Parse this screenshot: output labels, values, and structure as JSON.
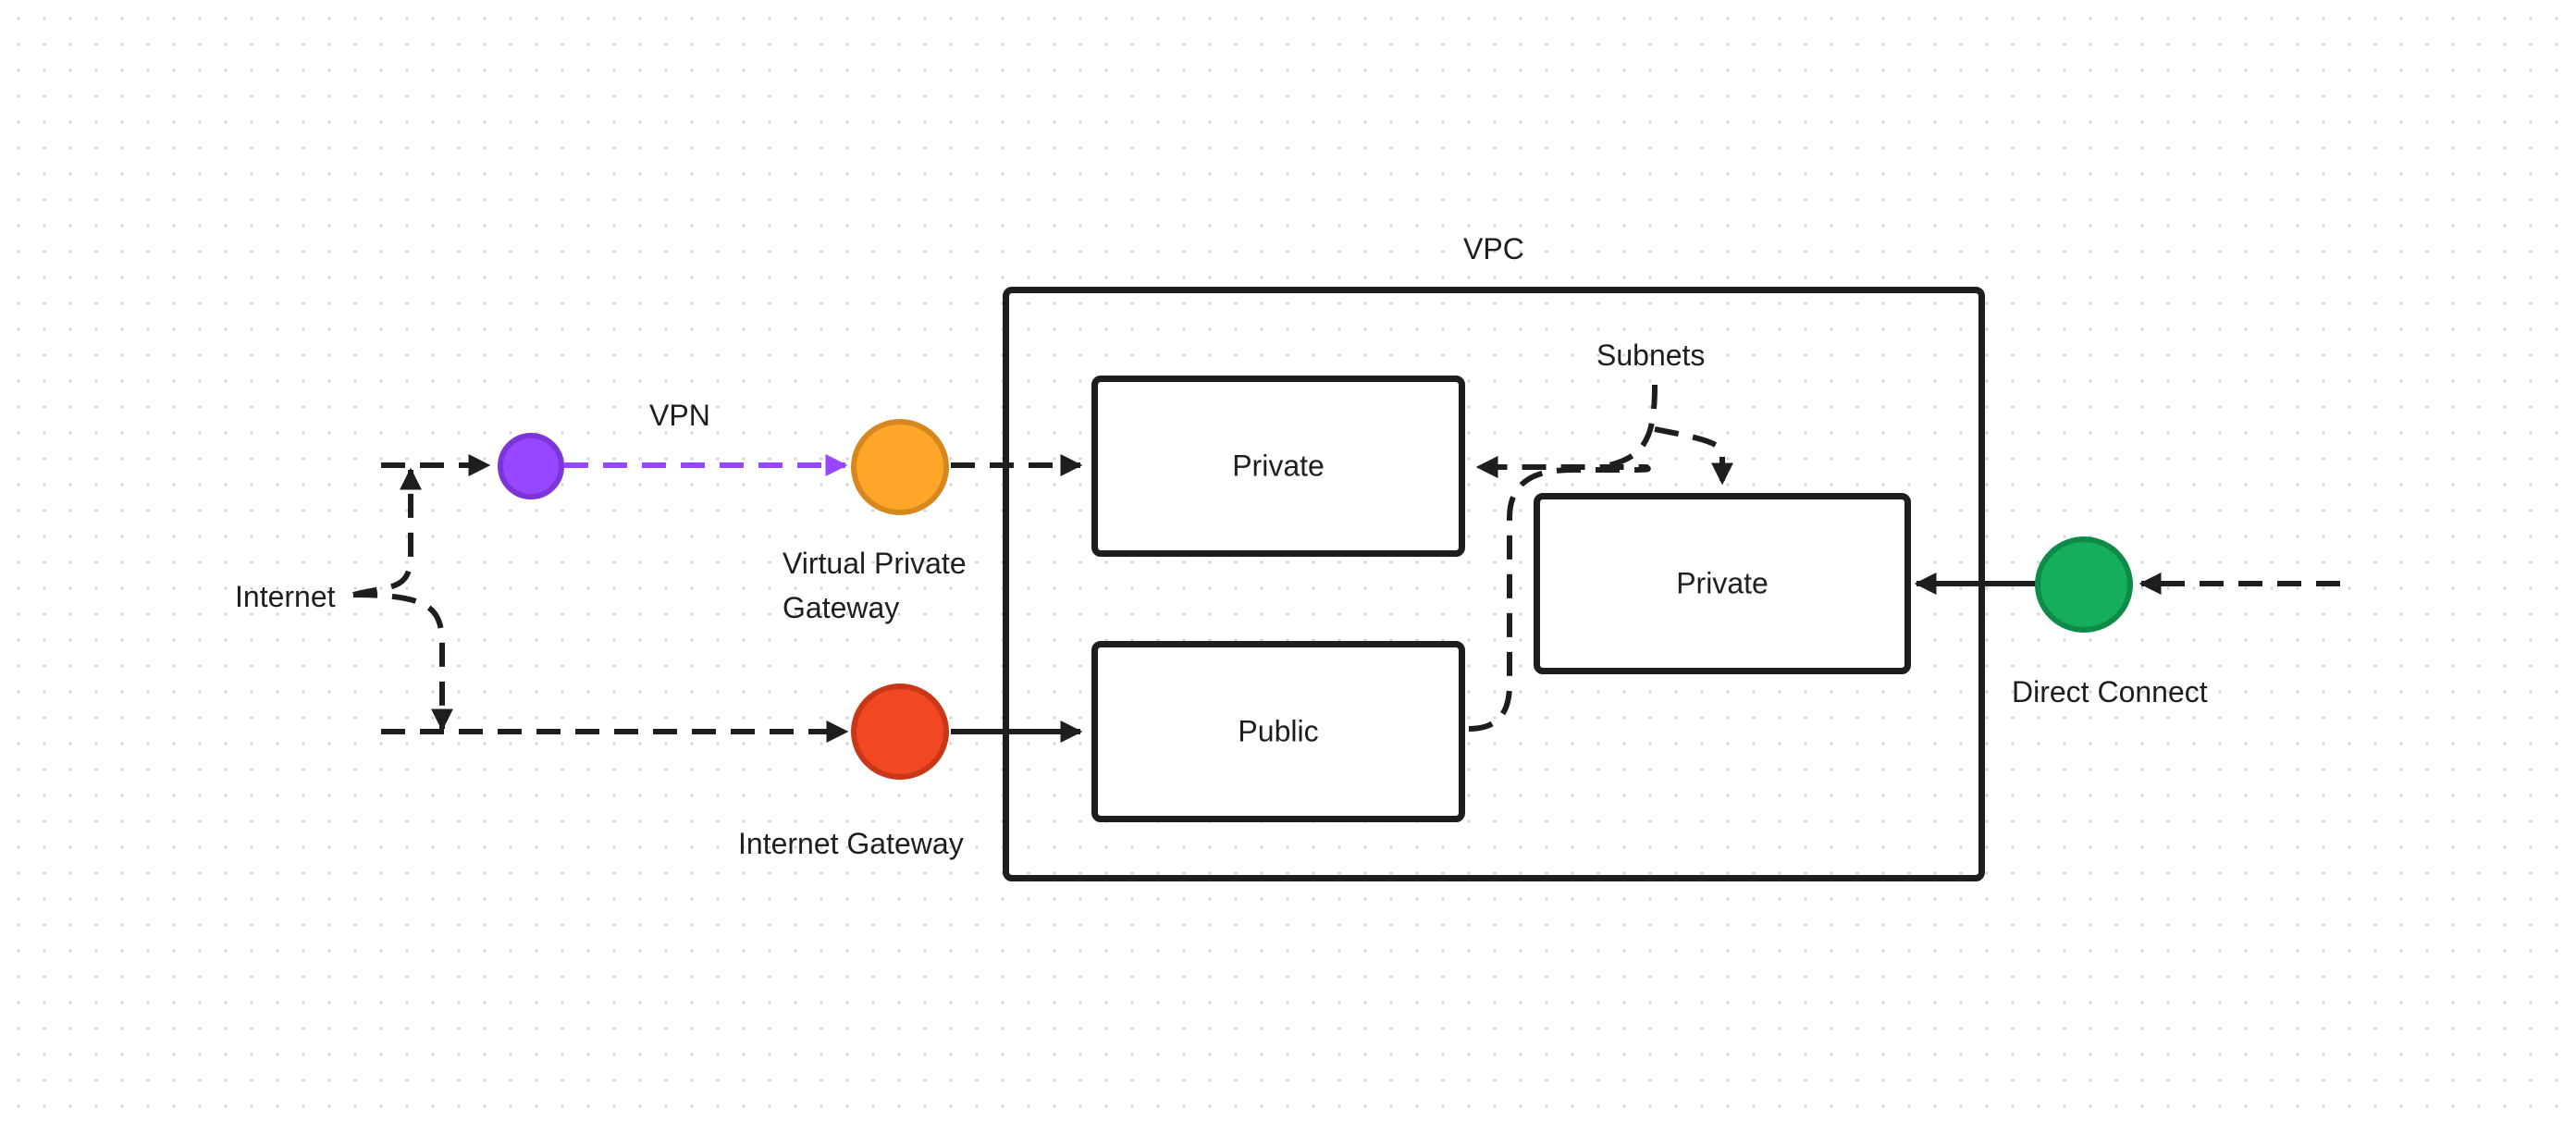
{
  "labels": {
    "vpc": "VPC",
    "vpn": "VPN",
    "subnets": "Subnets",
    "internet": "Internet",
    "virtual_private_gateway_line1": "Virtual Private",
    "virtual_private_gateway_line2": "Gateway",
    "internet_gateway": "Internet Gateway",
    "direct_connect": "Direct Connect"
  },
  "subnets": {
    "private_top": "Private",
    "public": "Public",
    "private_right": "Private"
  },
  "nodes": {
    "vpn_endpoint": {
      "name": "vpn-endpoint-node",
      "fill": "#9747ff",
      "stroke": "#7b35d9"
    },
    "virtual_private_gateway": {
      "name": "virtual-private-gateway-node",
      "fill": "#ffa629",
      "stroke": "#d6881f"
    },
    "internet_gateway": {
      "name": "internet-gateway-node",
      "fill": "#f24822",
      "stroke": "#c93719"
    },
    "direct_connect": {
      "name": "direct-connect-node",
      "fill": "#14ae5c",
      "stroke": "#0f8b49"
    }
  },
  "colors": {
    "stroke": "#1e1e1e",
    "vpn_connector": "#9747ff"
  }
}
